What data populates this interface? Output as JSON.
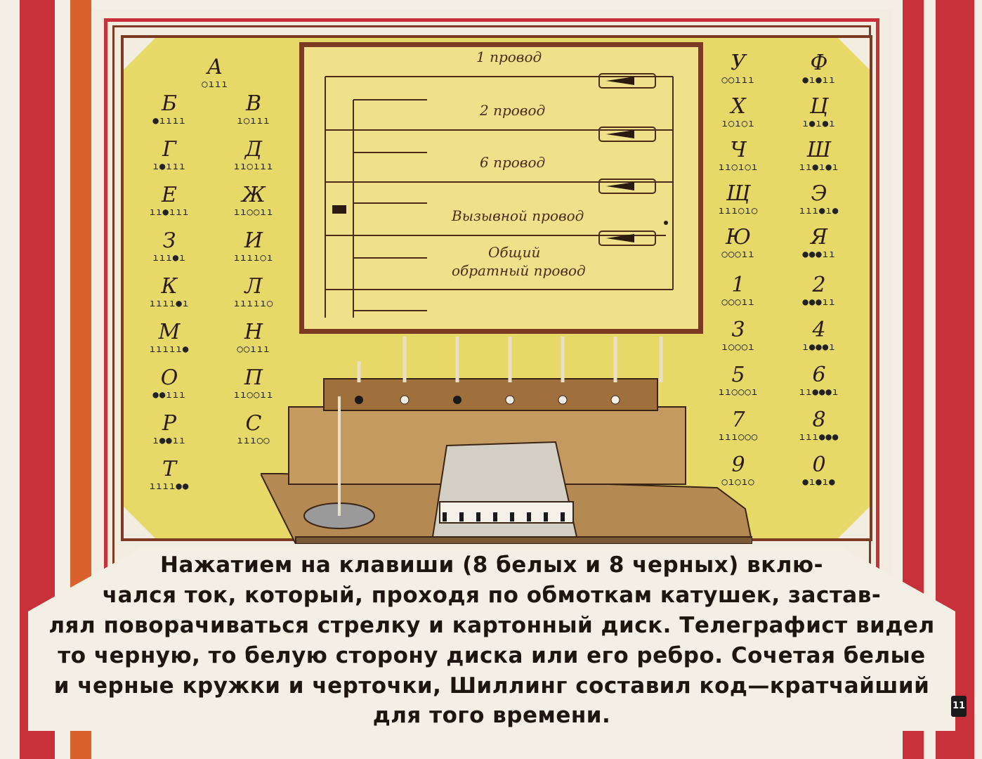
{
  "diagram": {
    "wire_labels": [
      "1 провод",
      "2 провод",
      "6 провод",
      "Вызывной провод",
      "Общий",
      "обратный провод"
    ]
  },
  "code_table": {
    "left": [
      {
        "letter": "А",
        "code": "○ııı"
      },
      {
        "letter": "Б",
        "code": "●ıııı"
      },
      {
        "letter": "В",
        "code": "ı○ııı"
      },
      {
        "letter": "Г",
        "code": "ı●ııı"
      },
      {
        "letter": "Д",
        "code": "ıı○ııı"
      },
      {
        "letter": "Е",
        "code": "ıı●ııı"
      },
      {
        "letter": "Ж",
        "code": "ıı○○ıı"
      },
      {
        "letter": "З",
        "code": "ııı●ı"
      },
      {
        "letter": "И",
        "code": "ıııı○ı"
      },
      {
        "letter": "К",
        "code": "ıııı●ı"
      },
      {
        "letter": "Л",
        "code": "ııııı○"
      },
      {
        "letter": "М",
        "code": "ııııı●"
      },
      {
        "letter": "Н",
        "code": "○○ııı"
      },
      {
        "letter": "О",
        "code": "●●ııı"
      },
      {
        "letter": "П",
        "code": "ıı○○ıı"
      },
      {
        "letter": "Р",
        "code": "ı●●ıı"
      },
      {
        "letter": "С",
        "code": "ııı○○"
      },
      {
        "letter": "Т",
        "code": "ıııı●●"
      }
    ],
    "right": [
      {
        "letter": "У",
        "code": "○○ııı"
      },
      {
        "letter": "Ф",
        "code": "●ı●ıı"
      },
      {
        "letter": "Х",
        "code": "ı○ı○ı"
      },
      {
        "letter": "Ц",
        "code": "ı●ı●ı"
      },
      {
        "letter": "Ч",
        "code": "ıı○ı○ı"
      },
      {
        "letter": "Ш",
        "code": "ıı●ı●ı"
      },
      {
        "letter": "Щ",
        "code": "ııı○ı○"
      },
      {
        "letter": "Э",
        "code": "ııı●ı●"
      },
      {
        "letter": "Ю",
        "code": "○○○ıı"
      },
      {
        "letter": "Я",
        "code": "●●●ıı"
      },
      {
        "letter": "1",
        "code": "○○○ıı"
      },
      {
        "letter": "2",
        "code": "●●●ıı"
      },
      {
        "letter": "3",
        "code": "ı○○○ı"
      },
      {
        "letter": "4",
        "code": "ı●●●ı"
      },
      {
        "letter": "5",
        "code": "ıı○○○ı"
      },
      {
        "letter": "6",
        "code": "ıı●●●ı"
      },
      {
        "letter": "7",
        "code": "ııı○○○"
      },
      {
        "letter": "8",
        "code": "ııı●●●"
      },
      {
        "letter": "9",
        "code": "○ı○ı○"
      },
      {
        "letter": "0",
        "code": "●ı●ı●"
      }
    ]
  },
  "caption": {
    "lines": [
      "Нажатием на клавиши (8 белых и 8 черных) вклю-",
      "чался ток, который, проходя по обмоткам катушек, застав-",
      "лял поворачиваться стрелку и картонный диск. Телеграфист видел",
      "то черную, то белую сторону диска или его ребро. Сочетая белые",
      "и черные кружки и черточки, Шиллинг составил код—кратчайший",
      "для того времени."
    ]
  },
  "page_number": "11",
  "colors": {
    "stripe_red": "#c8303a",
    "stripe_orange": "#d9622c",
    "board_yellow": "#e6d968",
    "frame_brown": "#7a3b22",
    "paper": "#f4efe4"
  }
}
